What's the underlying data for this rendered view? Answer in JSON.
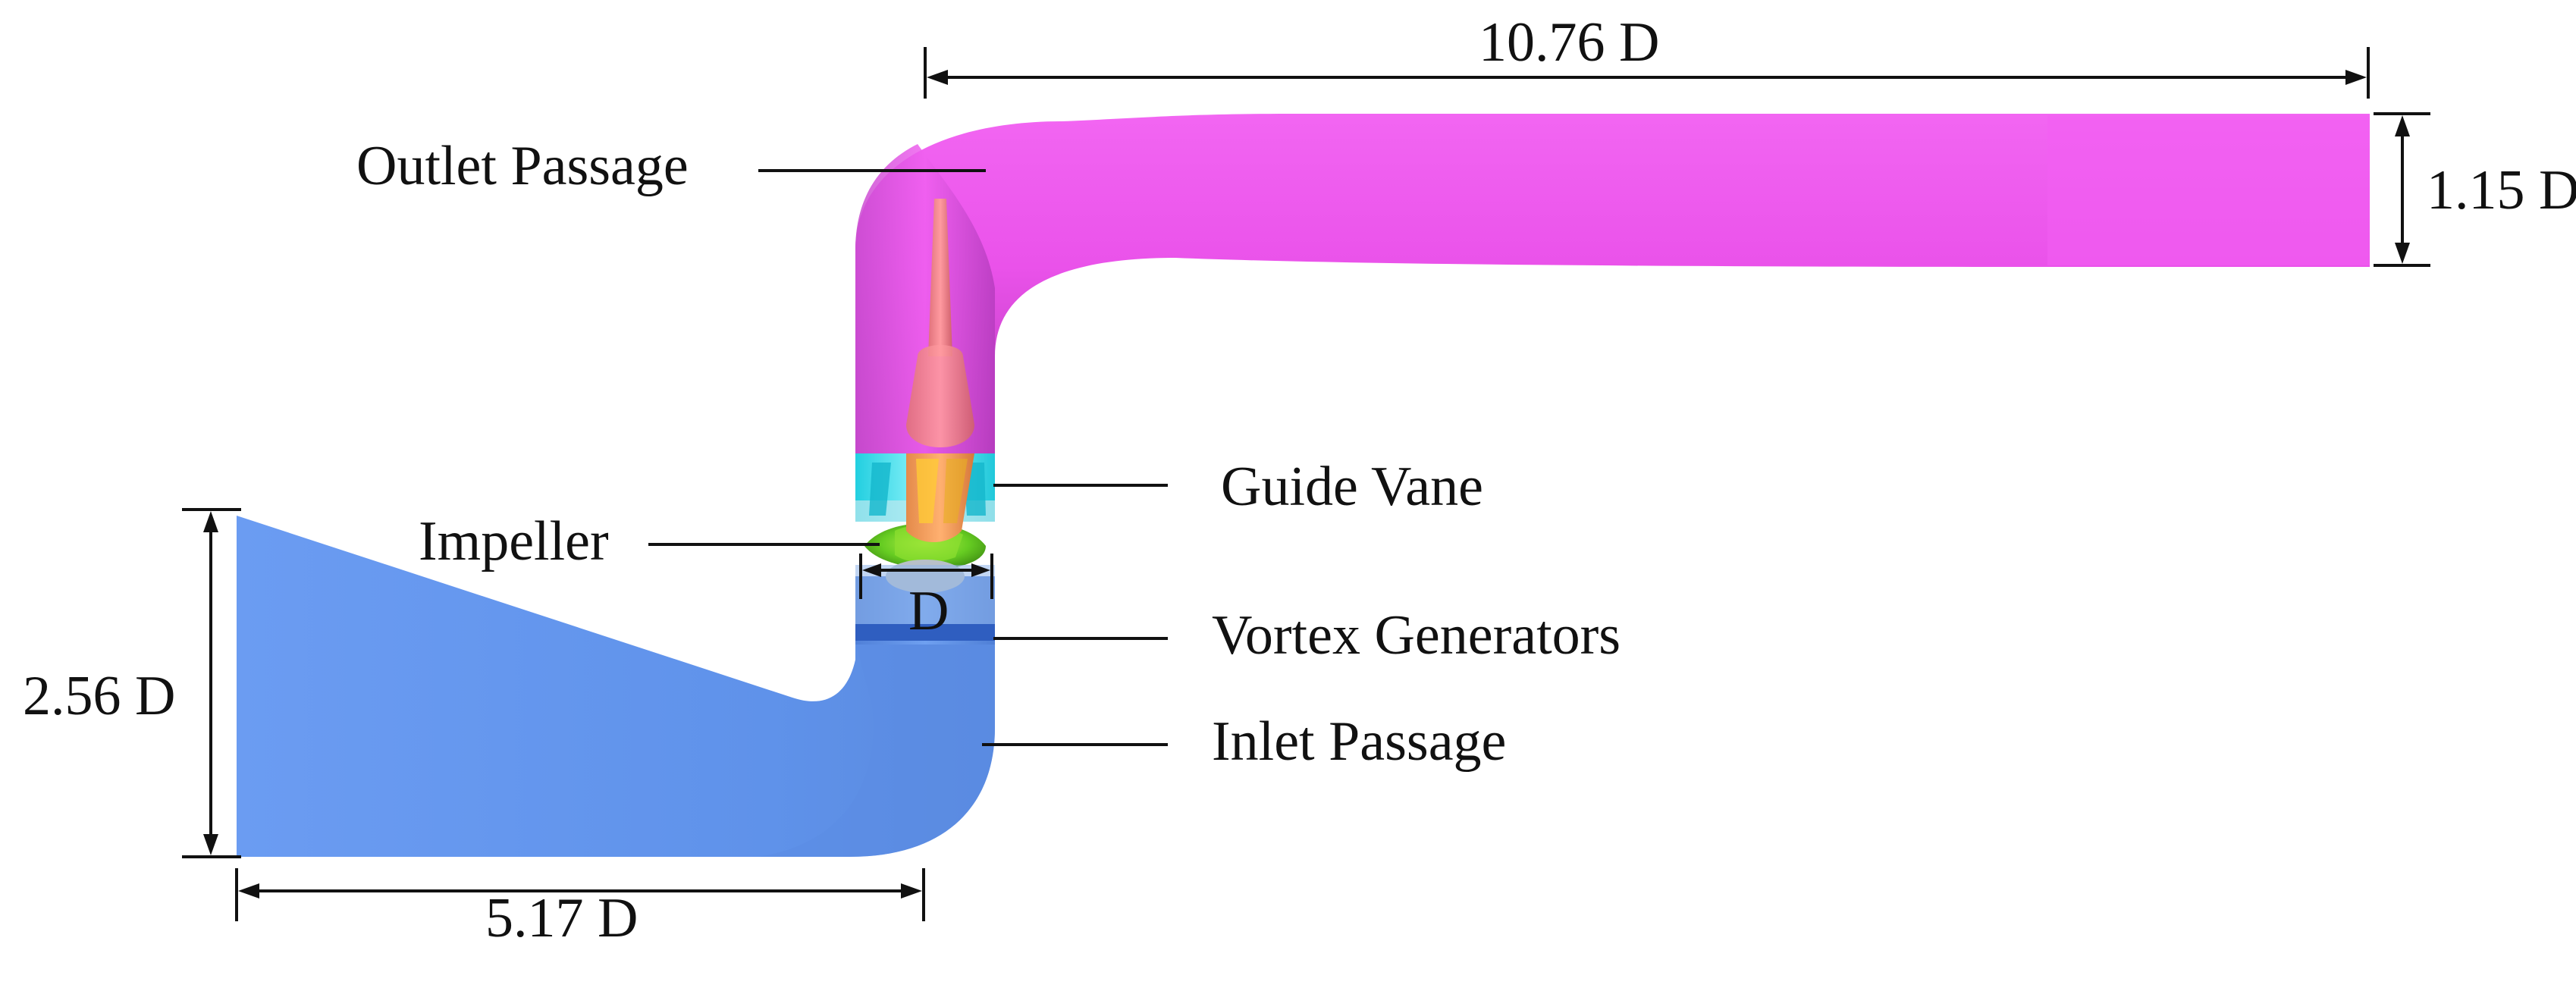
{
  "components": {
    "outlet_passage": {
      "label": "Outlet Passage",
      "color": "#ee55ee"
    },
    "guide_vane": {
      "label": "Guide Vane",
      "color": "#33e0f0"
    },
    "impeller": {
      "label": "Impeller",
      "color": "#66cc22"
    },
    "vortex_generators": {
      "label": "Vortex Generators",
      "color": "#3a66c8"
    },
    "inlet_passage": {
      "label": "Inlet Passage",
      "color": "#6699ee"
    },
    "hub_color": "#f5a623"
  },
  "dimensions": {
    "outlet_length": "10.76 D",
    "outlet_height": "1.15 D",
    "inlet_height": "2.56 D",
    "inlet_length": "5.17 D",
    "impeller_diameter": "D"
  }
}
